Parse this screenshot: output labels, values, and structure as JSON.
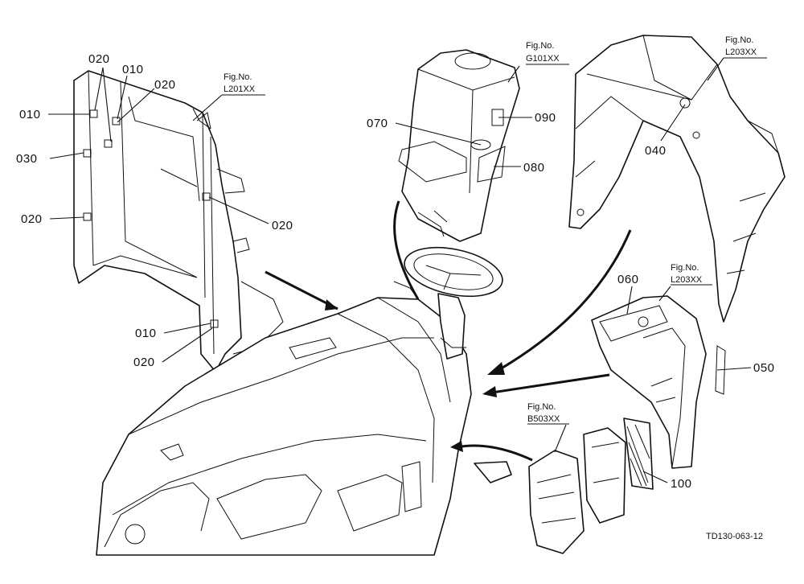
{
  "figure_refs": [
    "Fig.No.",
    "L201XX",
    "Fig.No.",
    "G101XX",
    "Fig.No.",
    "L203XX",
    "Fig.No.",
    "L203XX",
    "Fig.No.",
    "B503XX"
  ],
  "callouts": [
    "010",
    "020",
    "010",
    "020",
    "030",
    "020",
    "020",
    "010",
    "020",
    "070",
    "090",
    "080",
    "040",
    "060",
    "050",
    "100"
  ],
  "drawing_code": "TD130-063-12"
}
